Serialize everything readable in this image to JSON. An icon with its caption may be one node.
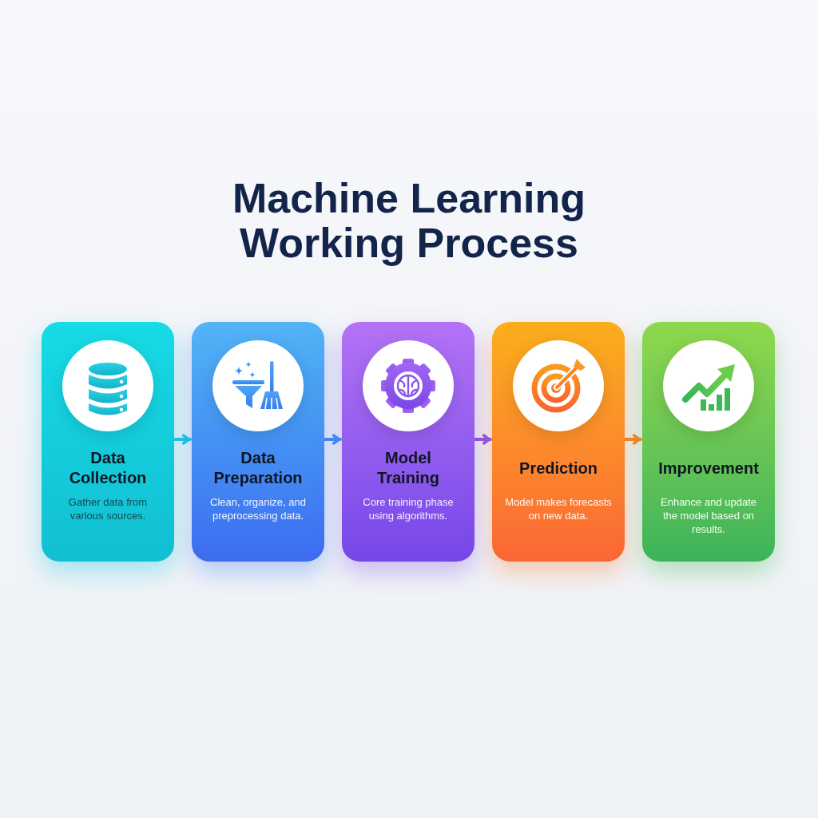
{
  "diagram": {
    "title": "Machine Learning Working Process",
    "nodes": [
      {
        "text": [
          "Data Collection",
          "Gather data from various sources."
        ]
      },
      {
        "text": [
          "Data Preparation",
          "Clean, organize, and preprocessing data."
        ]
      },
      {
        "text": [
          "Model Training",
          "Core training phase using algorithms."
        ]
      },
      {
        "text": [
          "Prediction",
          "Model makes forecasts on new data."
        ]
      },
      {
        "text": [
          "Improvement",
          "Enhance and update the model based on results."
        ]
      }
    ],
    "edges": [
      {
        "from": 0,
        "to": 1,
        "arrow": "to",
        "color": "#22c3dc"
      },
      {
        "from": 1,
        "to": 2,
        "arrow": "to",
        "color": "#3d8ef2"
      },
      {
        "from": 2,
        "to": 3,
        "arrow": "to",
        "color": "#8a52ee"
      },
      {
        "from": 3,
        "to": 4,
        "arrow": "to",
        "color": "#f7832b"
      }
    ]
  }
}
